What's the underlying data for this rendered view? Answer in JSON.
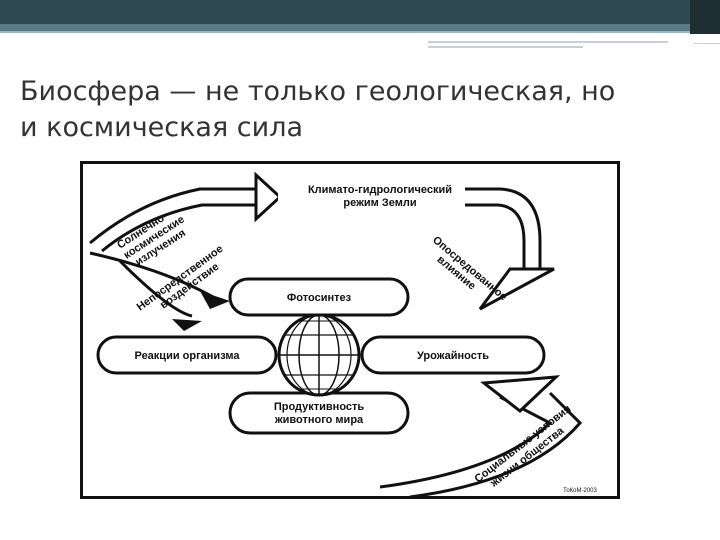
{
  "slide": {
    "title_line1": "Биосфера — не только геологическая, но",
    "title_line2": "и космическая сила"
  },
  "diagram": {
    "climate_box": [
      "Климато-гидрологический",
      "режим Земли"
    ],
    "photosynthesis": "Фотосинтез",
    "organism_reactions": "Реакции организма",
    "yield": "Урожайность",
    "productivity": [
      "Продуктивность",
      "животного мира"
    ],
    "solar_cosmic": [
      "Солнечно-",
      "космические",
      "излучения"
    ],
    "direct_effect": [
      "Непосредственное",
      "воздействие"
    ],
    "indirect_effect": [
      "Опосредованное",
      "влияние"
    ],
    "social_conditions": [
      "Социальные условия",
      "жизни общества"
    ],
    "watermark": "ТоКоМ-2003"
  }
}
